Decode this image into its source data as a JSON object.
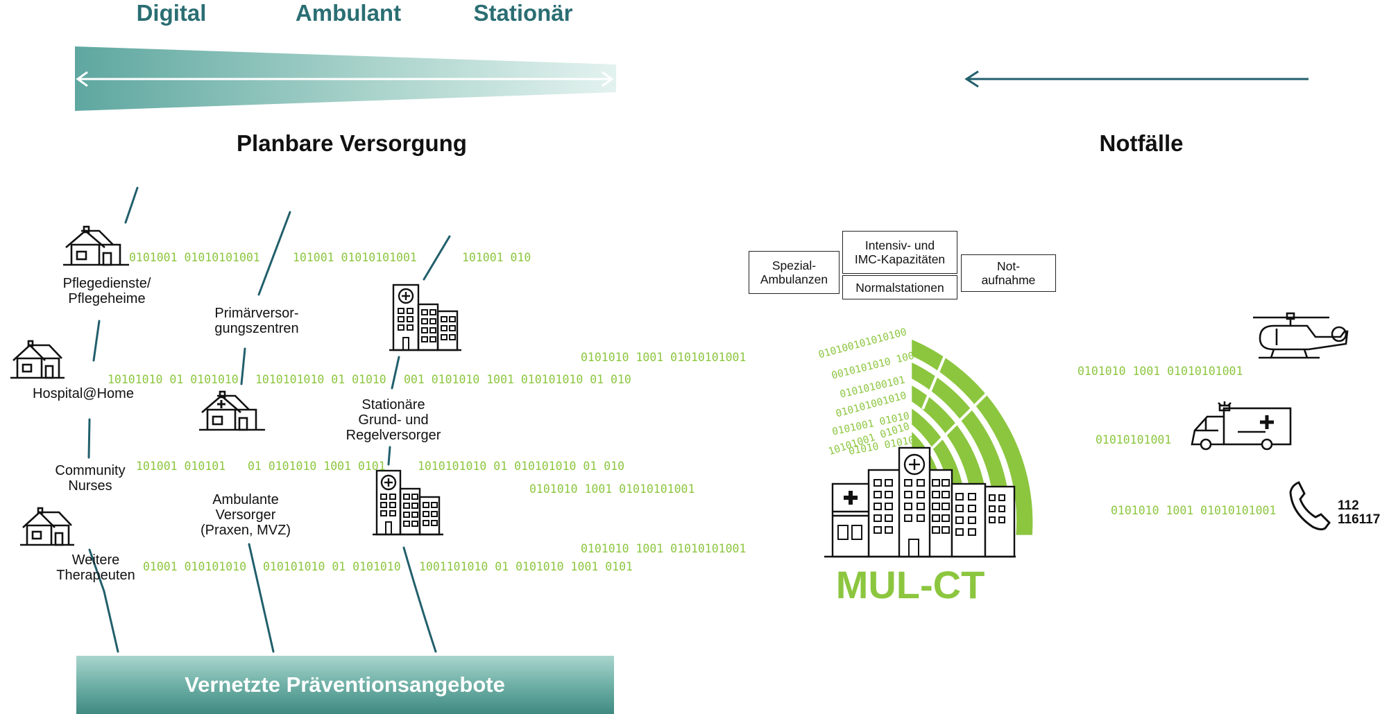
{
  "header": {
    "col_digital": "Digital",
    "col_ambulant": "Ambulant",
    "col_stationaer": "Stationär"
  },
  "titles": {
    "planbar": "Planbare Versorgung",
    "notfaelle": "Notfälle"
  },
  "left_labels": {
    "pflegedienste": "Pflegedienste/\nPflegeheime",
    "hospital_home": "Hospital@Home",
    "community": "Community\nNurses",
    "therapeuten": "Weitere\nTherapeuten",
    "primaer": "Primärversor-\ngungszentren",
    "ambulante": "Ambulante\nVersorger\n(Praxen, MVZ)",
    "stationaere": "Stationäre\nGrund- und\nRegelversorger"
  },
  "binary": {
    "b1": "0101001 01010101001",
    "b2": "101001 01010101001",
    "b3": "101001 010",
    "b4": "10101010 01 0101010",
    "b5": "1010101010 01 01010",
    "b6": "001 0101010 1001 010101010 01 010",
    "b7": "0101010 1001 01010101001",
    "b8": "101001 010101",
    "b9": "01 0101010 1001 0101",
    "b10": "1010101010 01 010101010 01 010",
    "b11": "0101010 1001 01010101001",
    "b12": "01001 010101010",
    "b13": "010101010 01 0101010",
    "b14": "1001101010 01 0101010 1001 0101",
    "b15": "0101010 1001 01010101001",
    "r1": "0101010 1001 01010101001",
    "r2": "01010101001",
    "r3": "0101010 1001 01010101001",
    "arc": [
      "010100101010100",
      "0010101010 1001",
      "01010100101",
      "010101001010",
      "0101001 01010",
      "10101001 01010",
      "01010 01010"
    ]
  },
  "mulct": {
    "boxes": {
      "spezial": "Spezial-\nAmbulanzen",
      "intensiv": "Intensiv- und\nIMC-Kapazitäten",
      "normal": "Normalstationen",
      "not": "Not-\naufnahme"
    },
    "brand": "MUL-CT"
  },
  "phone_numbers": "112\n116117",
  "footer": {
    "band_label": "Vernetzte Präventionsangebote"
  },
  "colors": {
    "teal_dark": "#2a6e73",
    "teal_mid": "#5ea7a0",
    "teal_light": "#d8ede9",
    "green": "#8cc63f",
    "arrow_line": "#215f6b"
  },
  "icons": [
    "house-icon",
    "home-care-icon",
    "hospital-icon",
    "helicopter-icon",
    "ambulance-icon",
    "phone-icon",
    "mulct-hospital-icon"
  ]
}
